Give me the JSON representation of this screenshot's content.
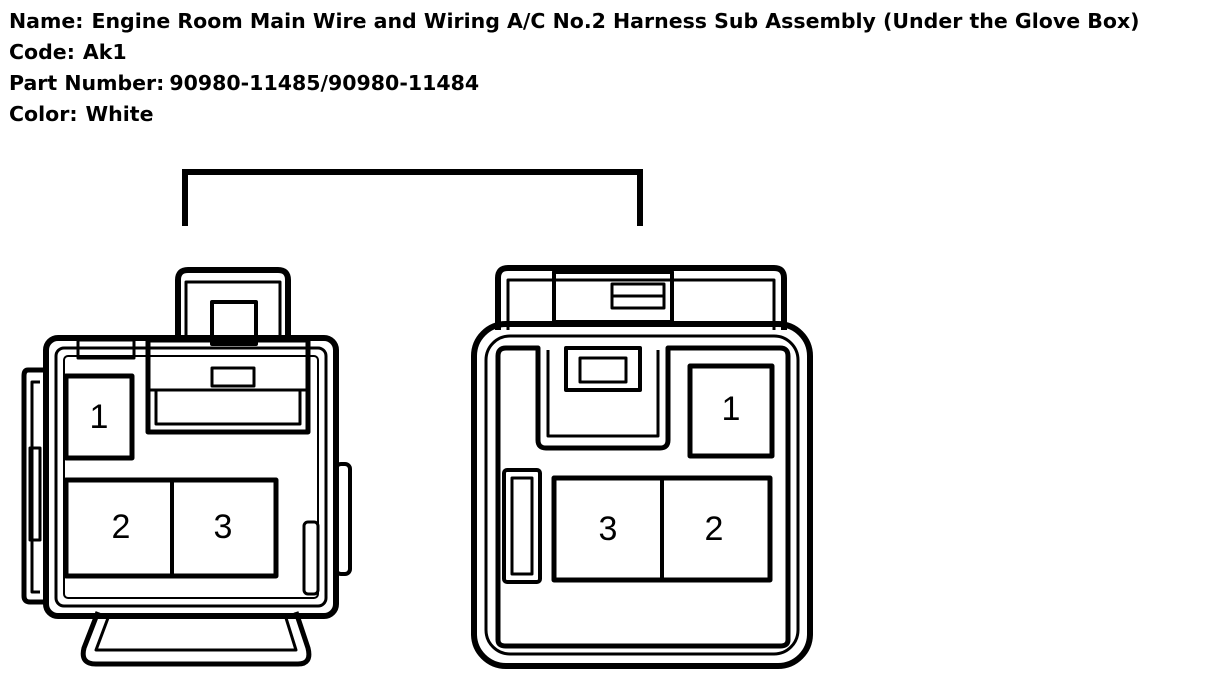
{
  "header": {
    "name_label": "Name:",
    "name_value": "Engine Room Main Wire and Wiring A/C No.2 Harness Sub Assembly (Under the Glove Box)",
    "code_label": "Code:",
    "code_value": "Ak1",
    "part_label": "Part Number:",
    "part_value": "90980-11485/90980-11484",
    "color_label": "Color:",
    "color_value": "White"
  },
  "connectors": {
    "left": {
      "pins": [
        "1",
        "2",
        "3"
      ]
    },
    "right": {
      "pins": [
        "1",
        "3",
        "2"
      ]
    }
  }
}
